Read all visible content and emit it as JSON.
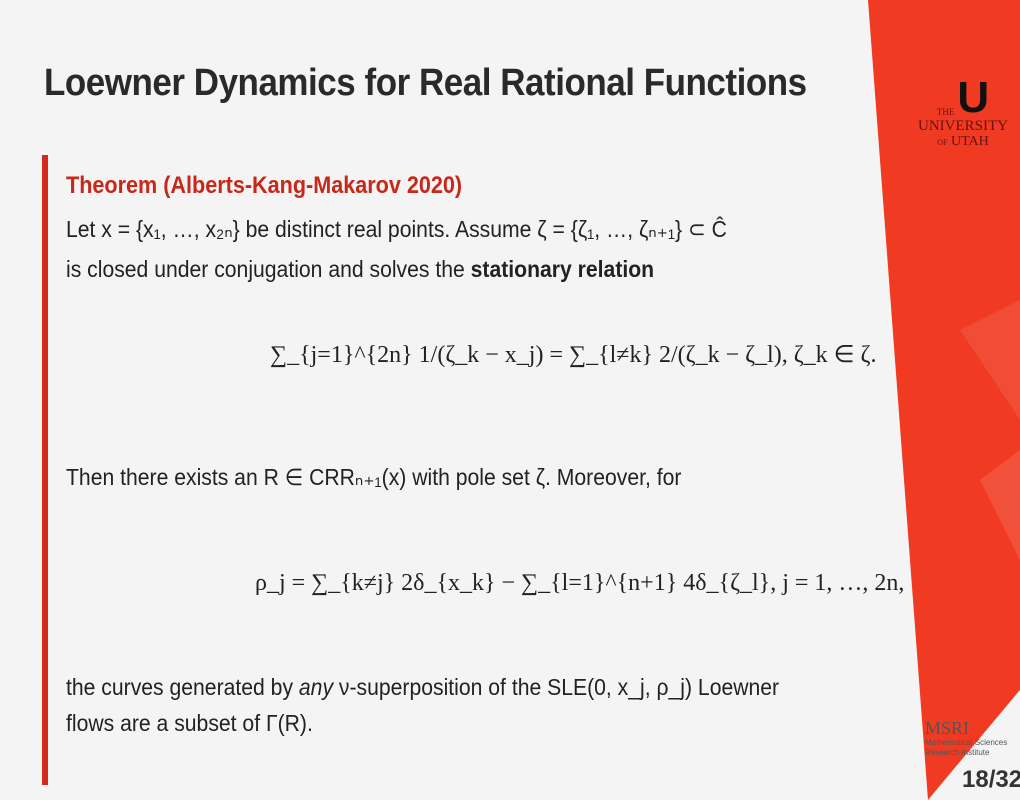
{
  "slide": {
    "title": "Loewner Dynamics for Real Rational Functions",
    "theorem_heading": "Theorem (Alberts-Kang-Makarov 2020)",
    "line1": "Let x = {x₁, …, x₂ₙ} be distinct real points. Assume ζ = {ζ₁, …, ζₙ₊₁} ⊂ Ĉ",
    "line2_a": "is closed under conjugation and solves the ",
    "line2_b": "stationary relation",
    "eq1": "∑_{j=1}^{2n} 1/(ζ_k − x_j) = ∑_{l≠k} 2/(ζ_k − ζ_l),   ζ_k ∈ ζ.",
    "line3": "Then there exists an R ∈ CRRₙ₊₁(x) with pole set ζ. Moreover, for",
    "eq2": "ρ_j = ∑_{k≠j} 2δ_{x_k} − ∑_{l=1}^{n+1} 4δ_{ζ_l},   j = 1, …, 2n,",
    "line4_a": "the curves generated by ",
    "line4_b": "any",
    "line4_c": " ν-superposition of the SLE(0, x_j, ρ_j) Loewner",
    "line5": "flows are a subset of Γ(R).",
    "page": "18/32"
  },
  "logo": {
    "the": "THE",
    "university": "UNIVERSITY",
    "of": "OF",
    "utah": "UTAH",
    "letter": "U"
  },
  "msri": {
    "name": "MSRI",
    "sub1": "Mathematical Sciences",
    "sub2": "Research Institute"
  },
  "colors": {
    "accent": "#d42a1c",
    "logo_red": "#f03a22"
  }
}
